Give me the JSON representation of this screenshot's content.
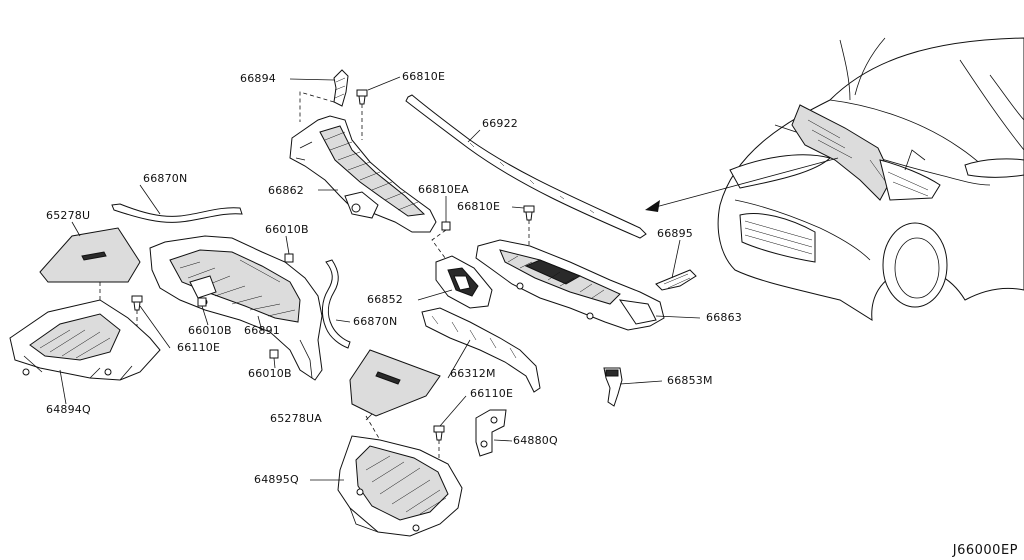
{
  "diagram": {
    "code": "J66000EP",
    "callouts": [
      {
        "id": "p66894",
        "label": "66894"
      },
      {
        "id": "p66810e_a",
        "label": "66810E"
      },
      {
        "id": "p66922",
        "label": "66922"
      },
      {
        "id": "p66870n_a",
        "label": "66870N"
      },
      {
        "id": "p66862",
        "label": "66862"
      },
      {
        "id": "p66810ea",
        "label": "66810EA"
      },
      {
        "id": "p66810e_b",
        "label": "66810E"
      },
      {
        "id": "p65278u",
        "label": "65278U"
      },
      {
        "id": "p66010b_a",
        "label": "66010B"
      },
      {
        "id": "p66895",
        "label": "66895"
      },
      {
        "id": "p66852",
        "label": "66852"
      },
      {
        "id": "p66863",
        "label": "66863"
      },
      {
        "id": "p66870n_b",
        "label": "66870N"
      },
      {
        "id": "p66010b_b",
        "label": "66010B"
      },
      {
        "id": "p66891",
        "label": "66891"
      },
      {
        "id": "p66110e_a",
        "label": "66110E"
      },
      {
        "id": "p66010b_c",
        "label": "66010B"
      },
      {
        "id": "p66312m",
        "label": "66312M"
      },
      {
        "id": "p66853m",
        "label": "66853M"
      },
      {
        "id": "p66110e_b",
        "label": "66110E"
      },
      {
        "id": "p64894q",
        "label": "64894Q"
      },
      {
        "id": "p65278ua",
        "label": "65278UA"
      },
      {
        "id": "p64880q",
        "label": "64880Q"
      },
      {
        "id": "p64895q",
        "label": "64895Q"
      }
    ]
  }
}
